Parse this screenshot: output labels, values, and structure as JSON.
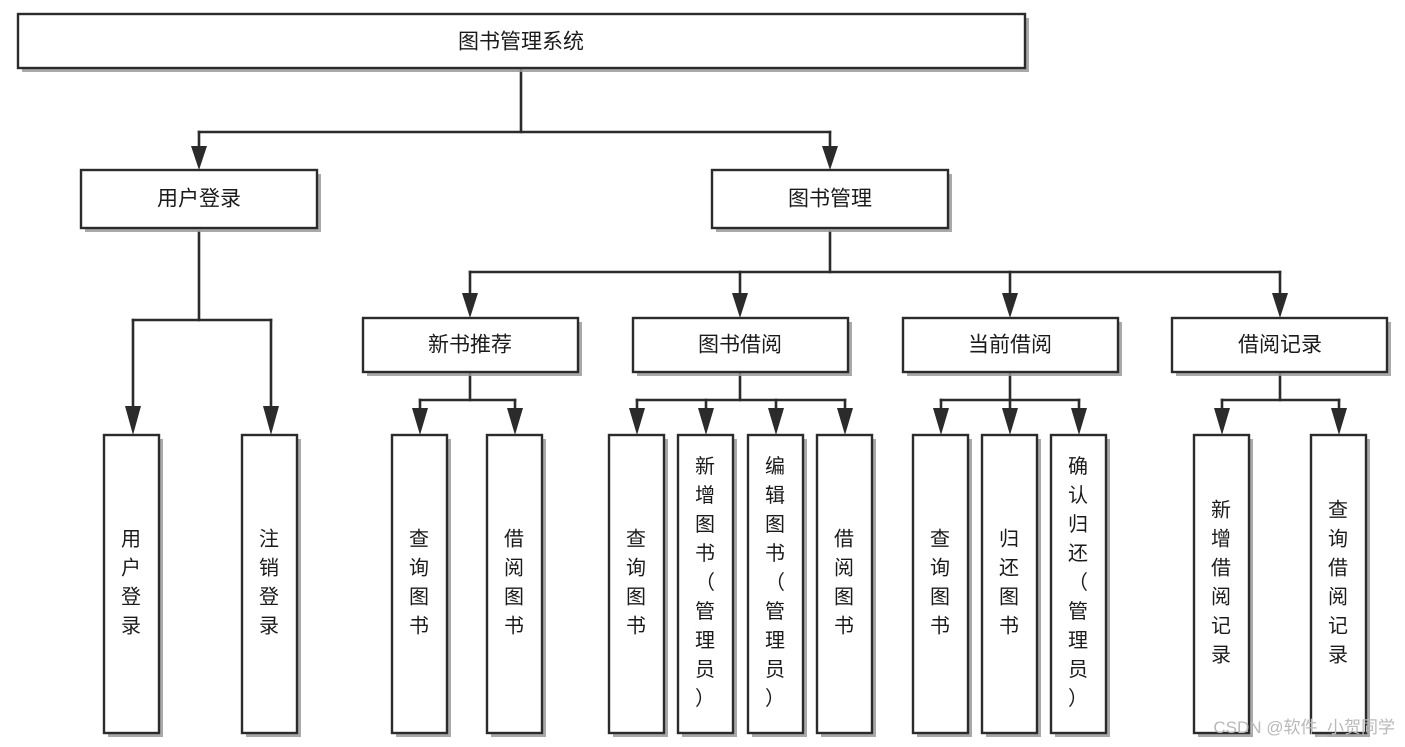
{
  "diagram": {
    "title": "图书管理系统",
    "type": "tree-hierarchy",
    "root": {
      "id": "root",
      "label": "图书管理系统"
    },
    "level2": [
      {
        "id": "user-login",
        "label": "用户登录"
      },
      {
        "id": "book-manage",
        "label": "图书管理"
      }
    ],
    "level3": [
      {
        "id": "new-book-recommend",
        "label": "新书推荐",
        "parent": "book-manage"
      },
      {
        "id": "book-borrow",
        "label": "图书借阅",
        "parent": "book-manage"
      },
      {
        "id": "current-borrow",
        "label": "当前借阅",
        "parent": "book-manage"
      },
      {
        "id": "borrow-record",
        "label": "借阅记录",
        "parent": "book-manage"
      }
    ],
    "leaves": {
      "user-login": [
        {
          "id": "leaf-user-login",
          "label": "用户登录"
        },
        {
          "id": "leaf-logout",
          "label": "注销登录"
        }
      ],
      "new-book-recommend": [
        {
          "id": "leaf-query-book-1",
          "label": "查询图书"
        },
        {
          "id": "leaf-borrow-book-1",
          "label": "借阅图书"
        }
      ],
      "book-borrow": [
        {
          "id": "leaf-query-book-2",
          "label": "查询图书"
        },
        {
          "id": "leaf-add-book",
          "label": "新增图书（管理员）"
        },
        {
          "id": "leaf-edit-book",
          "label": "编辑图书（管理员）"
        },
        {
          "id": "leaf-borrow-book-2",
          "label": "借阅图书"
        }
      ],
      "current-borrow": [
        {
          "id": "leaf-query-book-3",
          "label": "查询图书"
        },
        {
          "id": "leaf-return-book",
          "label": "归还图书"
        },
        {
          "id": "leaf-confirm-return",
          "label": "确认归还（管理员）"
        }
      ],
      "borrow-record": [
        {
          "id": "leaf-add-record",
          "label": "新增借阅记录"
        },
        {
          "id": "leaf-query-record",
          "label": "查询借阅记录"
        }
      ]
    }
  },
  "watermark": {
    "text": "CSDN @软件_小贺同学"
  },
  "colors": {
    "background": "#ffffff",
    "box_fill": "#ffffff",
    "box_stroke": "#2b2b2b",
    "connector": "#2b2b2b",
    "text": "#1b1b1b",
    "watermark": "#b9b9b9"
  }
}
